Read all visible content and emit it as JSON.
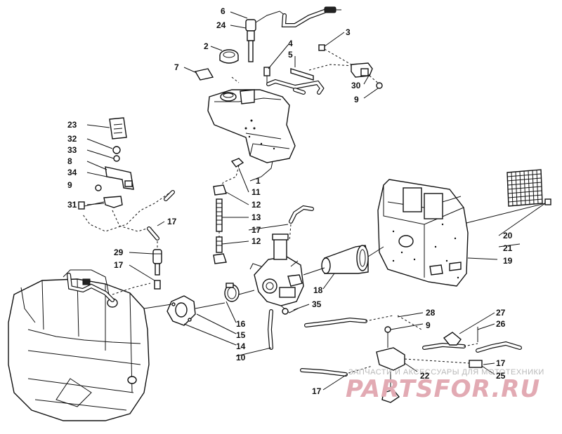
{
  "labels": [
    {
      "id": "l6",
      "text": "6"
    },
    {
      "id": "l24",
      "text": "24"
    },
    {
      "id": "l2",
      "text": "2"
    },
    {
      "id": "l7",
      "text": "7"
    },
    {
      "id": "l4",
      "text": "4"
    },
    {
      "id": "l5",
      "text": "5"
    },
    {
      "id": "l3",
      "text": "3"
    },
    {
      "id": "l30",
      "text": "30"
    },
    {
      "id": "l9a",
      "text": "9"
    },
    {
      "id": "l23",
      "text": "23"
    },
    {
      "id": "l32",
      "text": "32"
    },
    {
      "id": "l33",
      "text": "33"
    },
    {
      "id": "l8",
      "text": "8"
    },
    {
      "id": "l34",
      "text": "34"
    },
    {
      "id": "l9b",
      "text": "9"
    },
    {
      "id": "l31",
      "text": "31"
    },
    {
      "id": "l1",
      "text": "1"
    },
    {
      "id": "l11",
      "text": "11"
    },
    {
      "id": "l12a",
      "text": "12"
    },
    {
      "id": "l13",
      "text": "13"
    },
    {
      "id": "l17a",
      "text": "17"
    },
    {
      "id": "l12b",
      "text": "12"
    },
    {
      "id": "l17b",
      "text": "17"
    },
    {
      "id": "l29",
      "text": "29"
    },
    {
      "id": "l17c",
      "text": "17"
    },
    {
      "id": "l20",
      "text": "20"
    },
    {
      "id": "l21",
      "text": "21"
    },
    {
      "id": "l19",
      "text": "19"
    },
    {
      "id": "l18",
      "text": "18"
    },
    {
      "id": "l35",
      "text": "35"
    },
    {
      "id": "l16",
      "text": "16"
    },
    {
      "id": "l15",
      "text": "15"
    },
    {
      "id": "l14",
      "text": "14"
    },
    {
      "id": "l10",
      "text": "10"
    },
    {
      "id": "l28",
      "text": "28"
    },
    {
      "id": "l9c",
      "text": "9"
    },
    {
      "id": "l27",
      "text": "27"
    },
    {
      "id": "l26",
      "text": "26"
    },
    {
      "id": "l17d",
      "text": "17"
    },
    {
      "id": "l25",
      "text": "25"
    },
    {
      "id": "l22",
      "text": "22"
    },
    {
      "id": "l17e",
      "text": "17"
    }
  ],
  "watermark": {
    "caption": "ЗАПЧАСТИ И АКСЕССУАРЫ ДЛЯ МОТОТЕХНИКИ",
    "brand": "PARTSFOR.RU"
  }
}
